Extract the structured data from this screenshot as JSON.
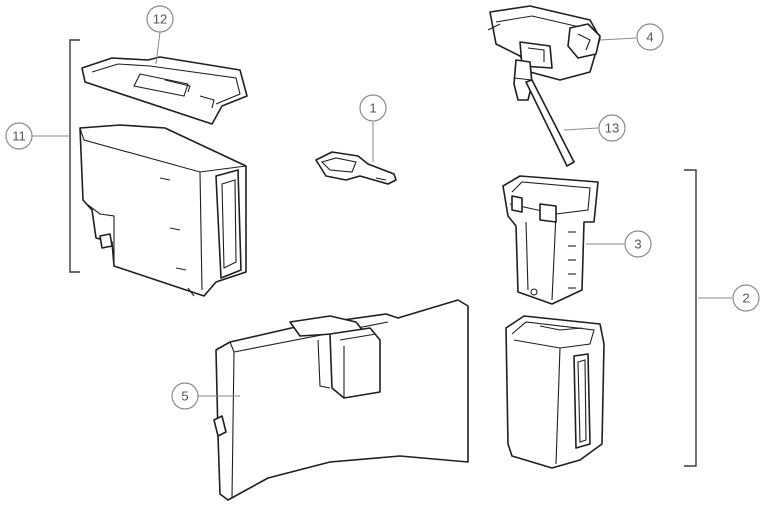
{
  "callouts": [
    {
      "id": "c1",
      "label": "1"
    },
    {
      "id": "c2",
      "label": "2"
    },
    {
      "id": "c3",
      "label": "3"
    },
    {
      "id": "c4",
      "label": "4"
    },
    {
      "id": "c5",
      "label": "5"
    },
    {
      "id": "c11",
      "label": "11"
    },
    {
      "id": "c12",
      "label": "12"
    },
    {
      "id": "c13",
      "label": "13"
    }
  ],
  "colors": {
    "line": "#1f1f1f",
    "callout": "#8a8a8a"
  }
}
